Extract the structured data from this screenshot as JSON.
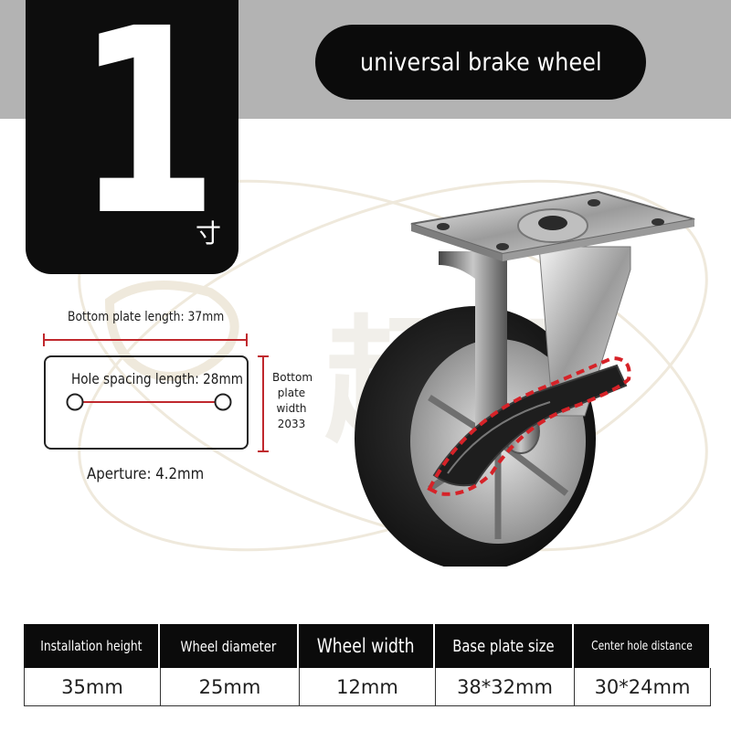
{
  "size_badge": {
    "number": "1",
    "unit": "寸"
  },
  "title": "universal brake wheel",
  "diagram": {
    "bottom_plate_length": "Bottom plate length: 37mm",
    "hole_spacing_length": "Hole spacing length: 28mm",
    "plate_width_lines": [
      "Bottom",
      "plate",
      "width",
      "2033"
    ],
    "aperture": "Aperture: 4.2mm"
  },
  "watermark_text": "超翔",
  "specs": {
    "headers": [
      "Installation height",
      "Wheel diameter",
      "Wheel width",
      "Base plate size",
      "Center hole distance"
    ],
    "values": [
      "35mm",
      "25mm",
      "12mm",
      "38*32mm",
      "30*24mm"
    ]
  },
  "colors": {
    "accent_red": "#c0282d",
    "dark": "#0b0b0b",
    "band_gray": "#b3b3b3"
  }
}
